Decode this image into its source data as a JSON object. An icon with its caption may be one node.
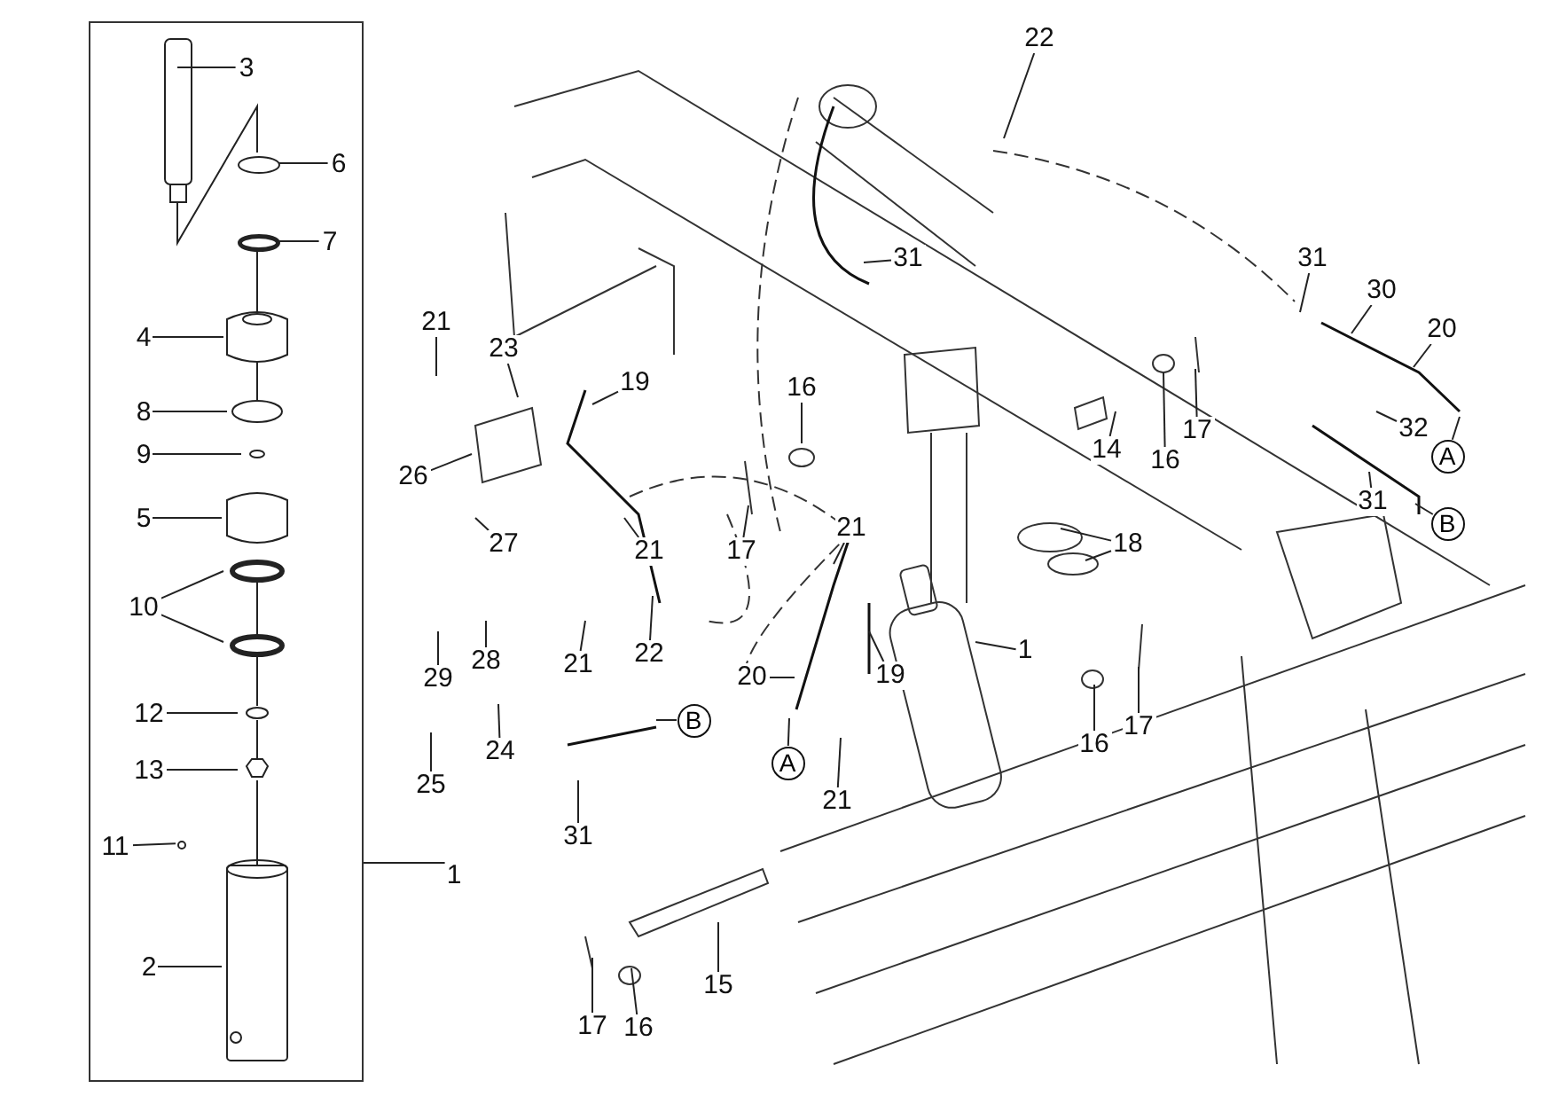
{
  "diagram": {
    "nodes": [
      {
        "text": [],
        "shape": "box"
      },
      {
        "text": [
          "3"
        ],
        "in": 0
      },
      {
        "text": [
          "6"
        ],
        "in": 0
      },
      {
        "text": [
          "7"
        ],
        "in": 0
      },
      {
        "text": [
          "4"
        ],
        "in": 0
      },
      {
        "text": [
          "8"
        ],
        "in": 0
      },
      {
        "text": [
          "9"
        ],
        "in": 0
      },
      {
        "text": [
          "5"
        ],
        "in": 0
      },
      {
        "text": [
          "10"
        ],
        "in": 0
      },
      {
        "text": [
          "12"
        ],
        "in": 0
      },
      {
        "text": [
          "13"
        ],
        "in": 0
      },
      {
        "text": [
          "11"
        ],
        "in": 0
      },
      {
        "text": [
          "2"
        ],
        "in": 0
      },
      {
        "text": [
          "1"
        ]
      },
      {
        "text": [
          "21"
        ]
      },
      {
        "text": [
          "23"
        ]
      },
      {
        "text": [
          "19"
        ]
      },
      {
        "text": [
          "26"
        ]
      },
      {
        "text": [
          "27"
        ]
      },
      {
        "text": [
          "16"
        ]
      },
      {
        "text": [
          "22"
        ]
      },
      {
        "text": [
          "31"
        ]
      },
      {
        "text": [
          "31"
        ]
      },
      {
        "text": [
          "30"
        ]
      },
      {
        "text": [
          "20"
        ]
      },
      {
        "text": [
          "32"
        ]
      },
      {
        "text": [
          "31"
        ]
      },
      {
        "text": [
          "A"
        ]
      },
      {
        "text": [
          "B"
        ]
      },
      {
        "text": [
          "17"
        ]
      },
      {
        "text": [
          "14"
        ]
      },
      {
        "text": [
          "16"
        ]
      },
      {
        "text": [
          "17"
        ]
      },
      {
        "text": [
          "21"
        ]
      },
      {
        "text": [
          "18"
        ]
      },
      {
        "text": [
          "21"
        ]
      },
      {
        "text": [
          "22"
        ]
      },
      {
        "text": [
          "19"
        ]
      },
      {
        "text": [
          "1"
        ]
      },
      {
        "text": [
          "29"
        ]
      },
      {
        "text": [
          "28"
        ]
      },
      {
        "text": [
          "21"
        ]
      },
      {
        "text": [
          "20"
        ]
      },
      {
        "text": [
          "24"
        ]
      },
      {
        "text": [
          "25"
        ]
      },
      {
        "text": [
          "B"
        ]
      },
      {
        "text": [
          "31"
        ]
      },
      {
        "text": [
          "16"
        ]
      },
      {
        "text": [
          "17"
        ]
      },
      {
        "text": [
          "A"
        ]
      },
      {
        "text": [
          "21"
        ]
      },
      {
        "text": [
          "15"
        ]
      },
      {
        "text": [
          "17"
        ]
      },
      {
        "text": [
          "16"
        ]
      },
      {
        "text": [],
        "shape": "circle",
        "in": 0
      },
      {
        "text": [],
        "shape": "circle",
        "in": 0
      },
      {
        "text": [],
        "shape": "circle",
        "in": 0
      }
    ],
    "edges": [
      {
        "from": 1,
        "to": null,
        "arrow": "none"
      },
      {
        "from": 2,
        "to": 54,
        "arrow": "none"
      },
      {
        "from": 3,
        "to": 55,
        "arrow": "none"
      },
      {
        "from": 4,
        "to": null,
        "arrow": "none"
      },
      {
        "from": 5,
        "to": null,
        "arrow": "none"
      },
      {
        "from": 6,
        "to": null,
        "arrow": "none"
      },
      {
        "from": 7,
        "to": null,
        "arrow": "none"
      },
      {
        "from": 8,
        "to": null,
        "arrow": "none"
      },
      {
        "from": 8,
        "to": null,
        "arrow": "none"
      },
      {
        "from": 9,
        "to": null,
        "arrow": "none"
      },
      {
        "from": 10,
        "to": null,
        "arrow": "none"
      },
      {
        "from": 11,
        "to": 56,
        "arrow": "none"
      },
      {
        "from": 12,
        "to": null,
        "arrow": "none"
      },
      {
        "from": 13,
        "to": 0,
        "arrow": "none"
      },
      {
        "from": 14,
        "to": null,
        "arrow": "none"
      },
      {
        "from": 15,
        "to": null,
        "arrow": "none"
      },
      {
        "from": 16,
        "to": null,
        "arrow": "none"
      },
      {
        "from": 17,
        "to": null,
        "arrow": "none"
      },
      {
        "from": 18,
        "to": null,
        "arrow": "none"
      },
      {
        "from": 19,
        "to": null,
        "arrow": "none"
      },
      {
        "from": 20,
        "to": null,
        "arrow": "none"
      },
      {
        "from": 21,
        "to": null,
        "arrow": "none"
      },
      {
        "from": 22,
        "to": null,
        "arrow": "none"
      },
      {
        "from": 23,
        "to": null,
        "arrow": "none"
      },
      {
        "from": 24,
        "to": null,
        "arrow": "none"
      },
      {
        "from": 25,
        "to": null,
        "arrow": "none"
      },
      {
        "from": 26,
        "to": null,
        "arrow": "none"
      },
      {
        "from": null,
        "to": 27,
        "arrow": "none"
      },
      {
        "from": null,
        "to": 28,
        "arrow": "none"
      },
      {
        "from": 29,
        "to": null,
        "arrow": "none"
      },
      {
        "from": 30,
        "to": null,
        "arrow": "none"
      },
      {
        "from": 31,
        "to": null,
        "arrow": "none"
      },
      {
        "from": 32,
        "to": null,
        "arrow": "none"
      },
      {
        "from": 33,
        "to": null,
        "arrow": "none"
      },
      {
        "from": 34,
        "to": null,
        "arrow": "none"
      },
      {
        "from": 34,
        "to": null,
        "arrow": "none"
      },
      {
        "from": 35,
        "to": null,
        "arrow": "none"
      },
      {
        "from": 36,
        "to": null,
        "arrow": "none"
      },
      {
        "from": 37,
        "to": null,
        "arrow": "none"
      },
      {
        "from": 38,
        "to": null,
        "arrow": "none"
      },
      {
        "from": 39,
        "to": null,
        "arrow": "none"
      },
      {
        "from": 40,
        "to": null,
        "arrow": "none"
      },
      {
        "from": 41,
        "to": null,
        "arrow": "none"
      },
      {
        "from": 42,
        "to": null,
        "arrow": "none"
      },
      {
        "from": 43,
        "to": null,
        "arrow": "none"
      },
      {
        "from": 44,
        "to": null,
        "arrow": "none"
      },
      {
        "from": null,
        "to": 45,
        "arrow": "none"
      },
      {
        "from": 46,
        "to": null,
        "arrow": "none"
      },
      {
        "from": 47,
        "to": null,
        "arrow": "none"
      },
      {
        "from": 48,
        "to": null,
        "arrow": "none"
      },
      {
        "from": null,
        "to": 49,
        "arrow": "none"
      },
      {
        "from": 50,
        "to": null,
        "arrow": "none"
      },
      {
        "from": 51,
        "to": null,
        "arrow": "none"
      },
      {
        "from": 52,
        "to": null,
        "arrow": "none"
      },
      {
        "from": 53,
        "to": null,
        "arrow": "none"
      }
    ]
  }
}
